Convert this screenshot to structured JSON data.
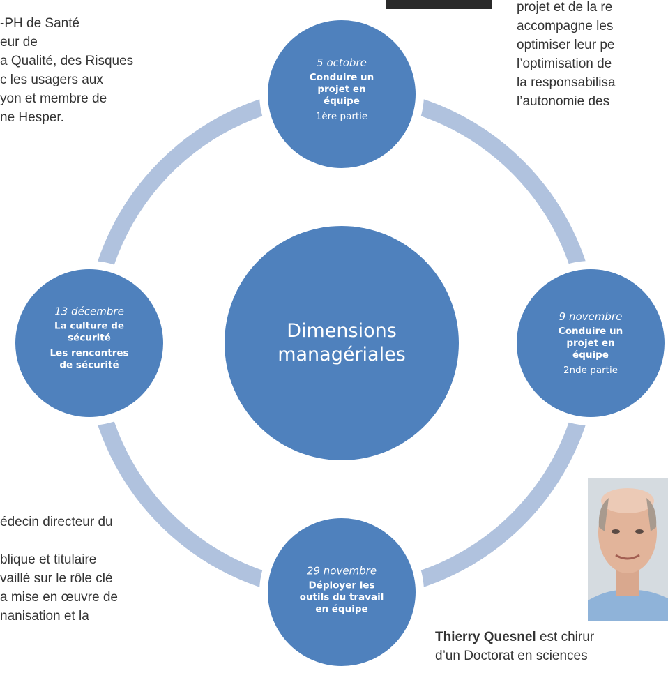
{
  "left_top_text": [
    "-PH de Santé",
    "eur de",
    "a Qualité, des Risques",
    "c les usagers aux",
    "yon et membre de",
    "ne Hesper."
  ],
  "right_top_text": [
    "projet et de la re",
    "accompagne les",
    "optimiser leur pe",
    "l’optimisation de",
    "la responsabilisa",
    "l’autonomie des"
  ],
  "left_bottom_text": [
    "édecin directeur du",
    "",
    "blique et titulaire",
    "vaillé sur le rôle clé",
    "a mise en œuvre de",
    "nanisation et la"
  ],
  "right_bottom_text": {
    "line1_bold": "Thierry Quesnel",
    "line1_rest": " est chirur",
    "line2": "d’un Doctorat en sciences"
  },
  "diagram": {
    "center": {
      "title_line1": "Dimensions",
      "title_line2": "managériales"
    },
    "nodes": [
      {
        "id": "top",
        "date": "5 octobre",
        "title_lines": [
          "Conduire un",
          "projet en",
          "équipe"
        ],
        "sub": [
          "1ère partie"
        ]
      },
      {
        "id": "right",
        "date": "9 novembre",
        "title_lines": [
          "Conduire un",
          "projet en",
          "équipe"
        ],
        "sub": [
          "2nde partie"
        ]
      },
      {
        "id": "bottom",
        "date": "29 novembre",
        "title_lines": [
          "Déployer les",
          "outils du travail",
          "en équipe"
        ],
        "sub": []
      },
      {
        "id": "left",
        "date": "13 décembre",
        "title_lines": [
          "La culture de",
          "sécurité"
        ],
        "sub_bold": [
          "Les rencontres",
          "de sécurité"
        ]
      }
    ]
  },
  "colors": {
    "circle": "#4f81bd",
    "ring": "#b0c2de",
    "text": "#333333"
  },
  "images": [
    "portrait-photo-top",
    "portrait-photo-thierry-quesnel"
  ]
}
